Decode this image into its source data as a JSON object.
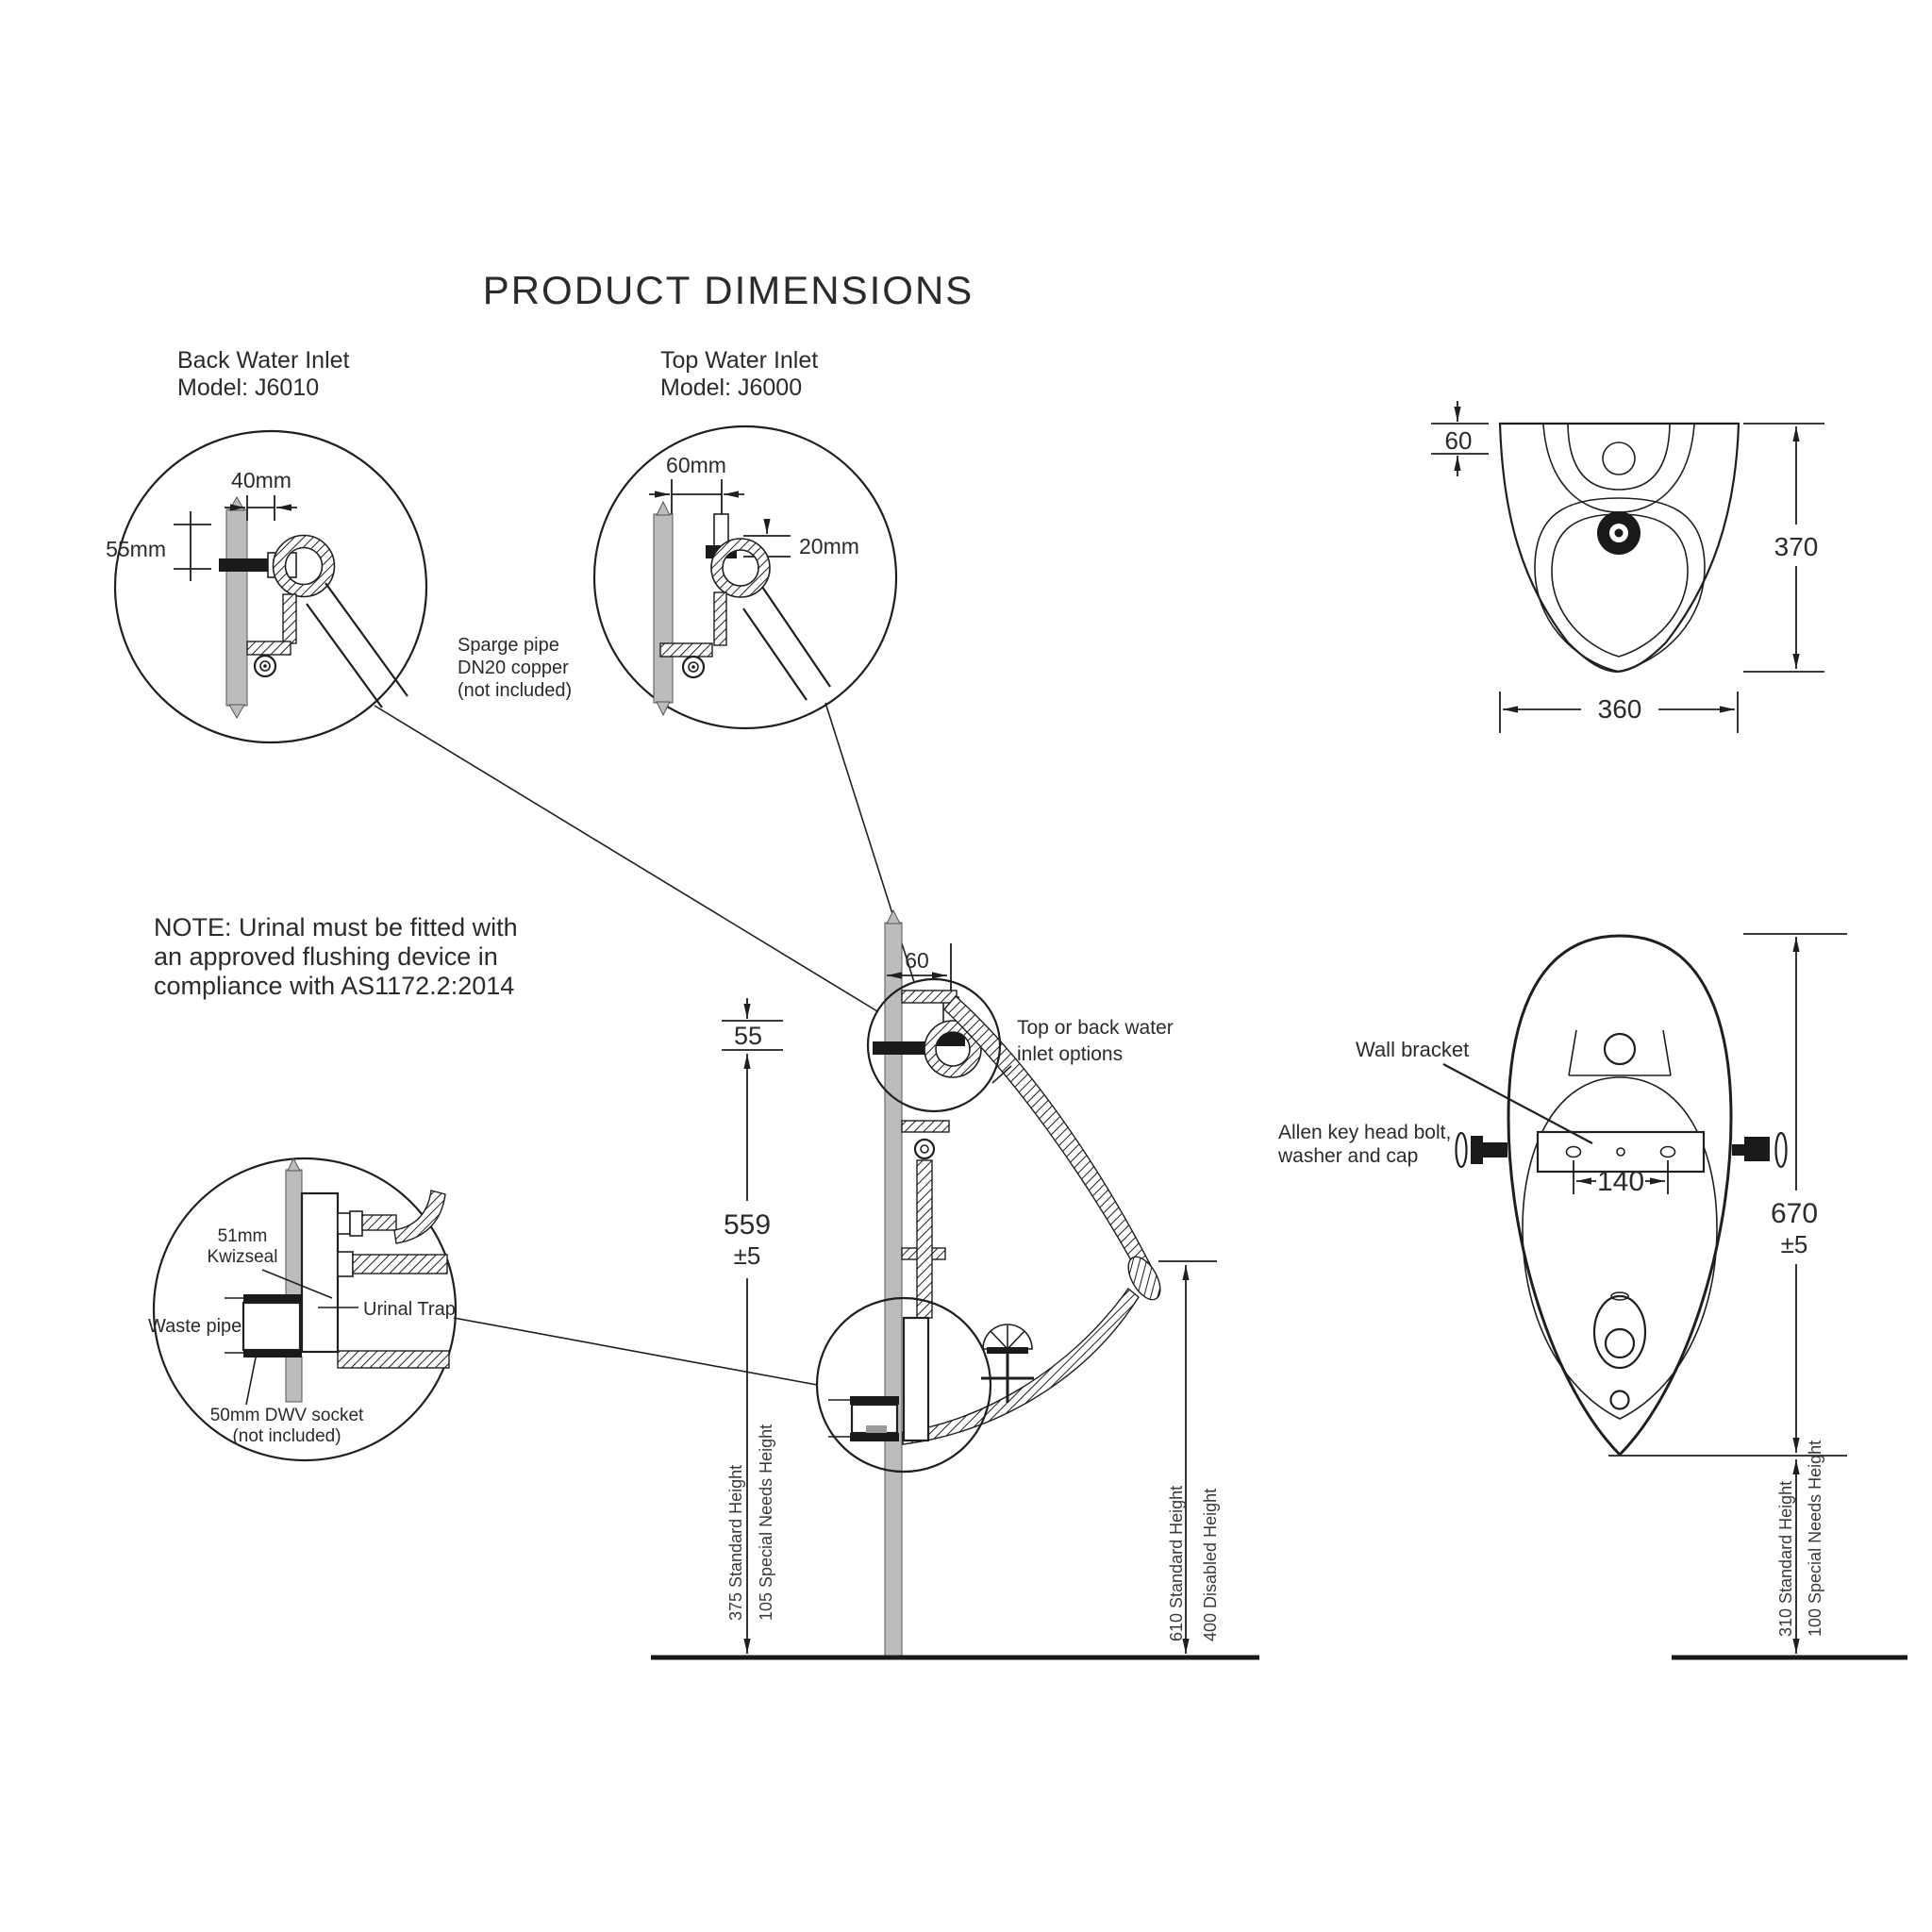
{
  "title": "PRODUCT DIMENSIONS",
  "colors": {
    "line": "#1f1f1f",
    "wall_fill": "#bcbcbc"
  },
  "back_water_inlet": {
    "title": "Back Water Inlet",
    "model": "Model: J6010",
    "width_dim": "40mm",
    "offset_dim": "55mm"
  },
  "top_water_inlet": {
    "title": "Top Water Inlet",
    "model": "Model: J6000",
    "width_dim": "60mm",
    "depth_dim": "20mm"
  },
  "sparge_pipe_note": {
    "line1": "Sparge pipe",
    "line2": "DN20 copper",
    "line3": "(not included)"
  },
  "front_view": {
    "rim_depth": "60",
    "height": "370",
    "width": "360"
  },
  "compliance_note": {
    "line1": "NOTE: Urinal must be fitted with",
    "line2": "an approved flushing device in",
    "line3": "compliance with AS1172.2:2014"
  },
  "side_view": {
    "inlet_offset": "60",
    "top_gap": "55",
    "fixing_height": "559",
    "fixing_tolerance": "±5",
    "inlet_note_line1": "Top or back water",
    "inlet_note_line2": "inlet options",
    "outlet_standard": "375 Standard Height",
    "outlet_special": "105 Special Needs Height",
    "lip_standard": "610 Standard Height",
    "lip_disabled": "400 Disabled Height"
  },
  "trap_detail": {
    "seal_line1": "51mm",
    "seal_line2": "Kwizseal",
    "waste_pipe": "Waste pipe",
    "urinal_trap": "Urinal Trap",
    "socket_line1": "50mm DWV socket",
    "socket_line2": "(not included)"
  },
  "rear_view": {
    "wall_bracket": "Wall bracket",
    "bolt_note_line1": "Allen key head bolt,",
    "bolt_note_line2": "washer and cap",
    "bolt_spacing": "140",
    "overall_height": "670",
    "overall_tolerance": "±5",
    "base_standard": "310 Standard Height",
    "base_special": "100 Special Needs Height"
  }
}
